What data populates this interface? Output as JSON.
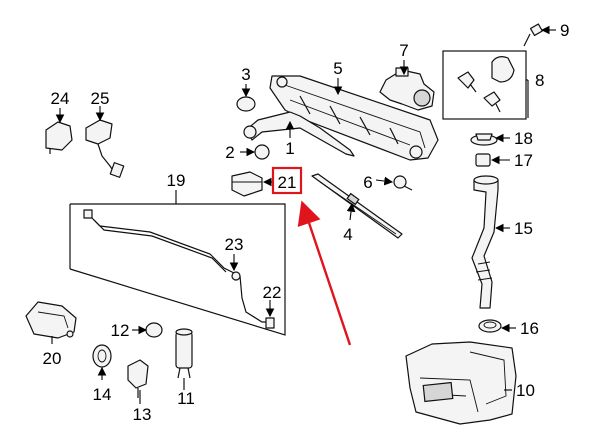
{
  "accent_color": "#e0141c",
  "highlighted_callout": "21",
  "callouts": [
    {
      "id": "c1",
      "text": "1"
    },
    {
      "id": "c2",
      "text": "2"
    },
    {
      "id": "c3",
      "text": "3"
    },
    {
      "id": "c4",
      "text": "4"
    },
    {
      "id": "c5",
      "text": "5"
    },
    {
      "id": "c6",
      "text": "6"
    },
    {
      "id": "c7",
      "text": "7"
    },
    {
      "id": "c8",
      "text": "8"
    },
    {
      "id": "c9",
      "text": "9"
    },
    {
      "id": "c10",
      "text": "10"
    },
    {
      "id": "c11",
      "text": "11"
    },
    {
      "id": "c12",
      "text": "12"
    },
    {
      "id": "c13",
      "text": "13"
    },
    {
      "id": "c14",
      "text": "14"
    },
    {
      "id": "c15",
      "text": "15"
    },
    {
      "id": "c16",
      "text": "16"
    },
    {
      "id": "c17",
      "text": "17"
    },
    {
      "id": "c18",
      "text": "18"
    },
    {
      "id": "c19",
      "text": "19"
    },
    {
      "id": "c20",
      "text": "20"
    },
    {
      "id": "c21",
      "text": "21"
    },
    {
      "id": "c22",
      "text": "22"
    },
    {
      "id": "c23",
      "text": "23"
    },
    {
      "id": "c24",
      "text": "24"
    },
    {
      "id": "c25",
      "text": "25"
    }
  ]
}
